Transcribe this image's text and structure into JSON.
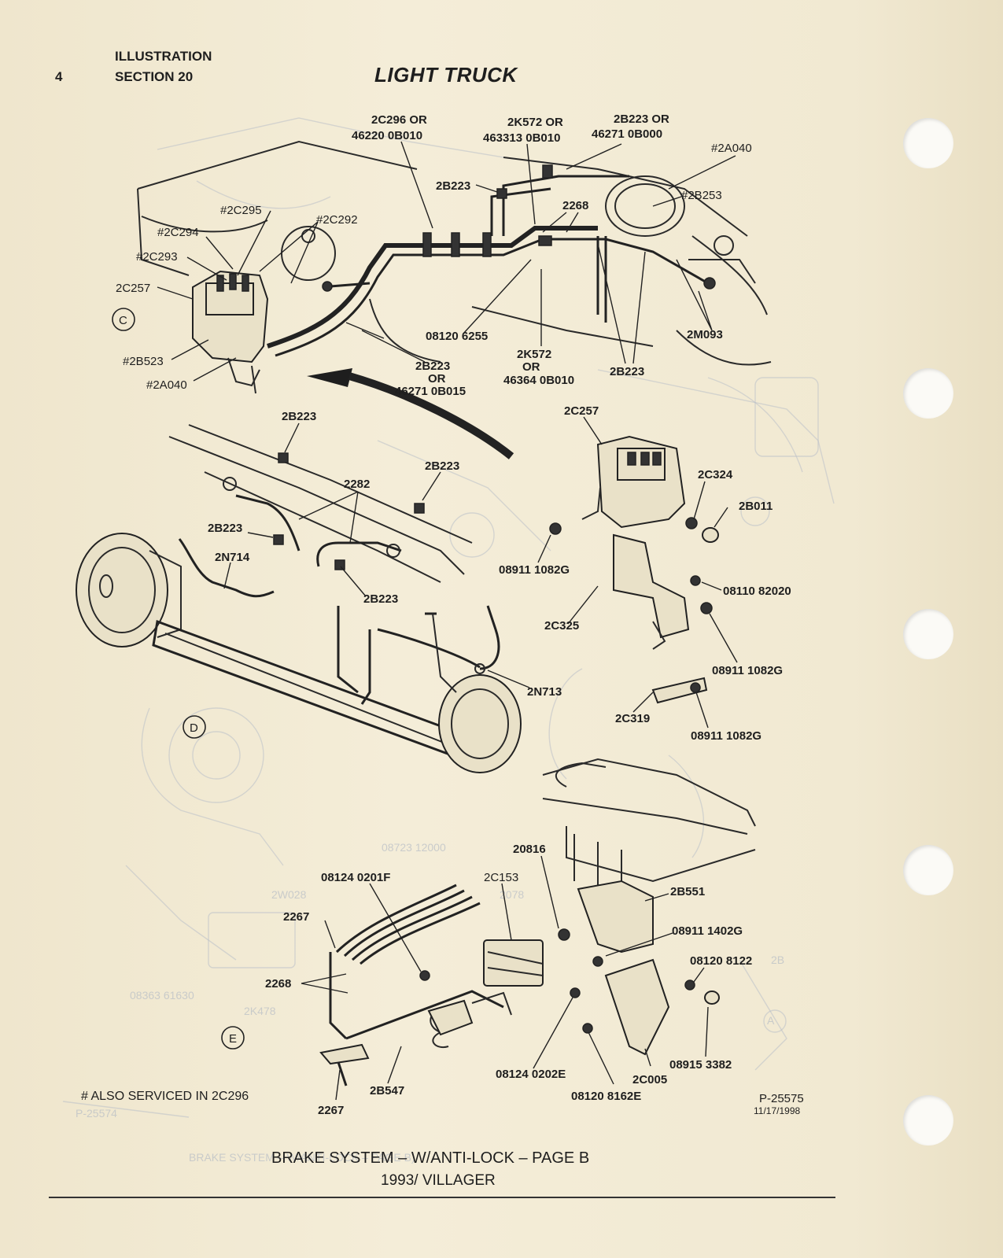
{
  "header": {
    "page_number": "4",
    "illustration_label": "ILLUSTRATION",
    "section_label": "SECTION 20",
    "title": "LIGHT TRUCK"
  },
  "callouts": {
    "view_c": "C",
    "view_d": "D",
    "view_e": "E",
    "c_2c296": "2C296 OR",
    "c_46220": "46220 0B010",
    "c_2k572": "2K572 OR",
    "c_463313": "463313 0B010",
    "c_2b223or": "2B223 OR",
    "c_46271b": "46271 0B000",
    "c_2a040_top": "#2A040",
    "c_2b253": "#2B253",
    "c_2b223_a": "2B223",
    "c_2268_top": "2268",
    "c_2c295": "#2C295",
    "c_2c292": "#2C292",
    "c_2c294": "#2C294",
    "c_2c293": "#2C293",
    "c_2c257_top": "2C257",
    "c_2b523": "#2B523",
    "c_2a040_bot": "#2A040",
    "c_08120_6255": "08120 6255",
    "c_2b223_or2": "2B223",
    "c_or_a": "OR",
    "c_46271_0b015": "46271 0B015",
    "c_2k572_b": "2K572",
    "c_or_b": "OR",
    "c_46364": "46364 0B010",
    "c_2b223_b": "2B223",
    "c_2m093": "2M093",
    "d_2b223_a": "2B223",
    "d_2b223_b": "2B223",
    "d_2282": "2282",
    "d_2b223_c": "2B223",
    "d_2n714": "2N714",
    "d_2b223_d": "2B223",
    "d_2n713": "2N713",
    "m_2c257": "2C257",
    "m_2c324": "2C324",
    "m_2b011": "2B011",
    "m_08911_a": "08911 1082G",
    "m_08110": "08110 82020",
    "m_2c325": "2C325",
    "m_08911_b": "08911 1082G",
    "m_2c319": "2C319",
    "m_08911_c": "08911 1082G",
    "e_20816": "20816",
    "e_08124_0201f": "08124 0201F",
    "e_2c153": "2C153",
    "e_2b551": "2B551",
    "e_2267_a": "2267",
    "e_08911_1402g": "08911 1402G",
    "e_08120_8122": "08120 8122",
    "e_2268": "2268",
    "e_08915": "08915 3382",
    "e_2c005": "2C005",
    "e_08124_0202e": "08124 0202E",
    "e_08120_8162e": "08120 8162E",
    "e_2b547": "2B547",
    "e_2267_b": "2267"
  },
  "ghost_text": {
    "g1": "08723 12000",
    "g2": "2W028",
    "g3": "2078",
    "g4": "08363 61630",
    "g5": "2K478",
    "g6": "P-25574",
    "g7": "A",
    "g8": "2B",
    "g9": "BRAKE SYSTEM – W/ANTI-LOCK – PAGE B)"
  },
  "footer": {
    "footnote": "# ALSO SERVICED IN 2C296",
    "part_ref": "P-25575",
    "date": "11/17/1998",
    "caption_line1": "BRAKE SYSTEM – W/ANTI-LOCK – PAGE B",
    "caption_line2": "1993/ VILLAGER"
  }
}
